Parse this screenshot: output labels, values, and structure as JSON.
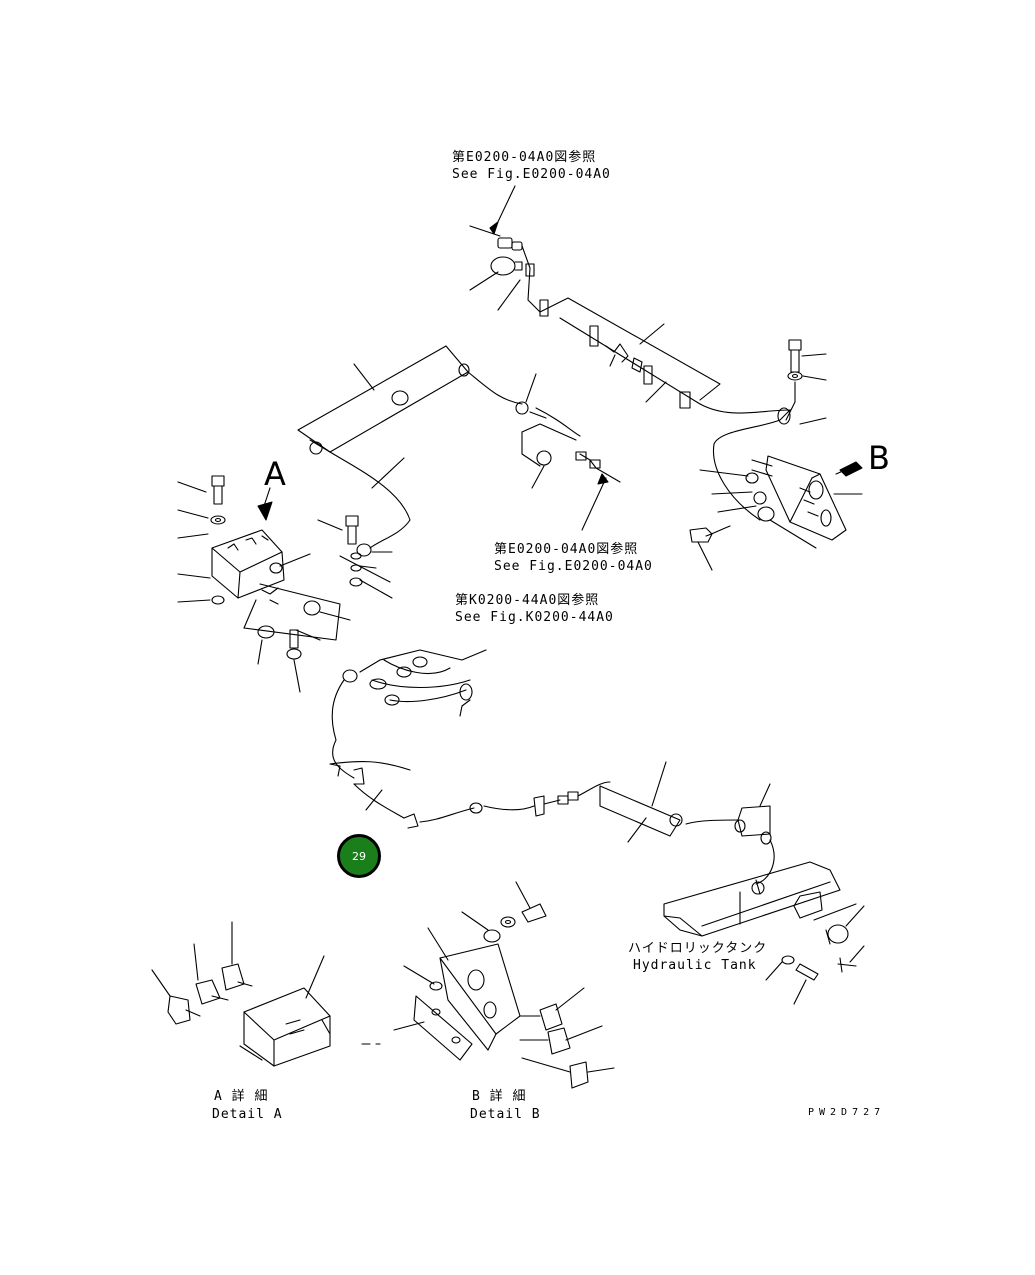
{
  "refs": {
    "top": {
      "jp": "第E0200-04A0図参照",
      "en": "See Fig.E0200-04A0"
    },
    "mid": {
      "jp": "第E0200-04A0図参照",
      "en": "See Fig.E0200-04A0"
    },
    "lower": {
      "jp": "第K0200-44A0図参照",
      "en": "See Fig.K0200-44A0"
    }
  },
  "view_a": "A",
  "view_b": "B",
  "tank": {
    "jp": "ハイドロリックタンク",
    "en": "Hydraulic Tank"
  },
  "detail_a": {
    "jp": "A 詳 細",
    "en": "Detail A"
  },
  "detail_b": {
    "jp": "B 詳 細",
    "en": "Detail B"
  },
  "callout": {
    "number": "29",
    "color": "#1a7f1a"
  },
  "drawing_code": "PW2D727"
}
